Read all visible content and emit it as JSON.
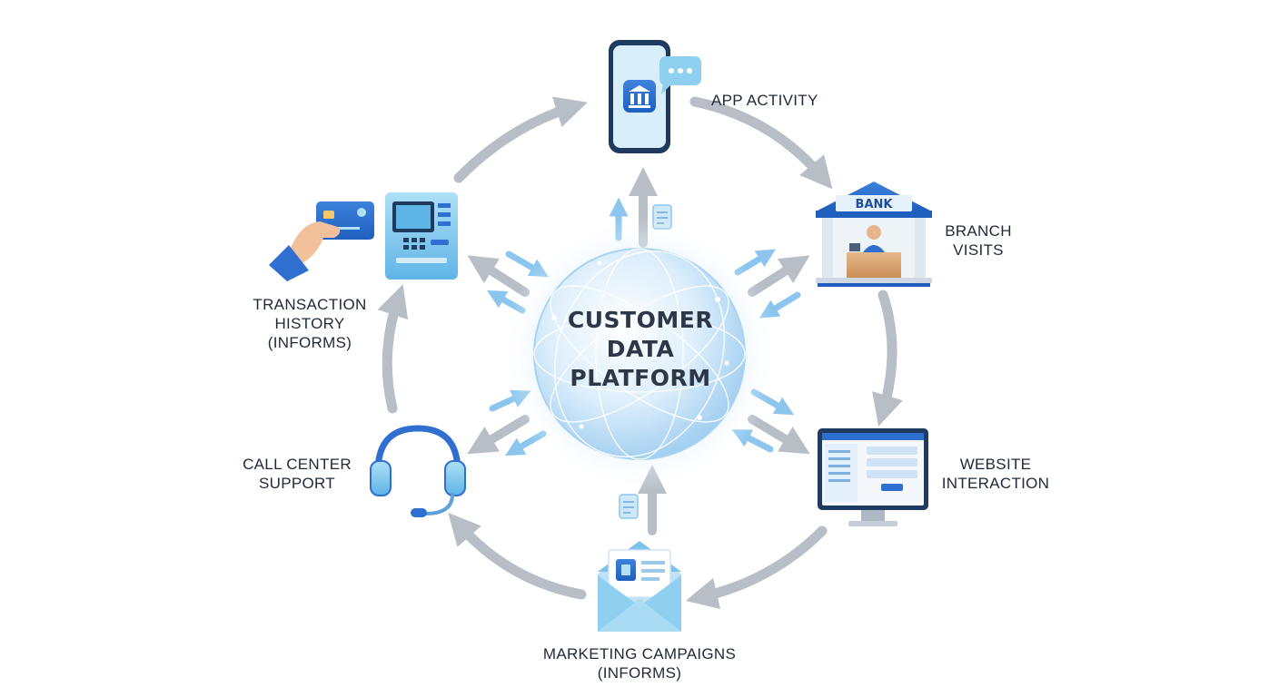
{
  "center": {
    "line1": "CUSTOMER",
    "line2": "DATA",
    "line3": "PLATFORM"
  },
  "nodes": {
    "app_activity": {
      "label": "APP ACTIVITY",
      "icon": "smartphone-bank-app-icon"
    },
    "branch_visits": {
      "line1": "BRANCH",
      "line2": "VISITS",
      "icon": "bank-branch-icon",
      "sign": "BANK"
    },
    "website_interaction": {
      "line1": "WEBSITE",
      "line2": "INTERACTION",
      "icon": "desktop-monitor-icon"
    },
    "marketing_campaigns": {
      "line1": "MARKETING CAMPAIGNS",
      "line2": "(INFORMS)",
      "icon": "email-envelope-icon"
    },
    "call_center_support": {
      "line1": "CALL CENTER",
      "line2": "SUPPORT",
      "icon": "headset-icon"
    },
    "transaction_history": {
      "line1": "TRANSACTION",
      "line2": "HISTORY",
      "line3": "(INFORMS)",
      "icon": "atm-card-icon"
    }
  },
  "colors": {
    "cycle_arrow": "#b8bec6",
    "accent_blue": "#2f6fd0",
    "light_blue": "#8cc6ee",
    "text": "#1f2937"
  }
}
